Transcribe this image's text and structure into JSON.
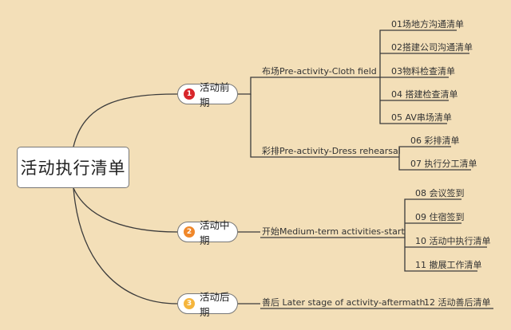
{
  "root": {
    "label": "活动执行清单"
  },
  "phases": [
    {
      "label": "活动前期",
      "badge": "1",
      "color": "#d8262b"
    },
    {
      "label": "活动中期",
      "badge": "2",
      "color": "#f0872a"
    },
    {
      "label": "活动后期",
      "badge": "3",
      "color": "#f5b53c"
    }
  ],
  "branches": [
    "布场Pre-activity-Cloth field",
    "彩排Pre-activity-Dress rehearsal",
    "开始Medium-term activities-start",
    "善后 Later stage of activity-aftermath"
  ],
  "leaves": [
    "01场地方沟通清单",
    "02搭建公司沟通清单",
    "03物料检查清单",
    "04 搭建检查清单",
    "05 AV串场清单",
    "06 彩排清单",
    "07 执行分工清单",
    "08 会议签到",
    "09 住宿签到",
    "10 活动中执行清单",
    "11 撤展工作清单",
    "12 活动善后清单"
  ]
}
